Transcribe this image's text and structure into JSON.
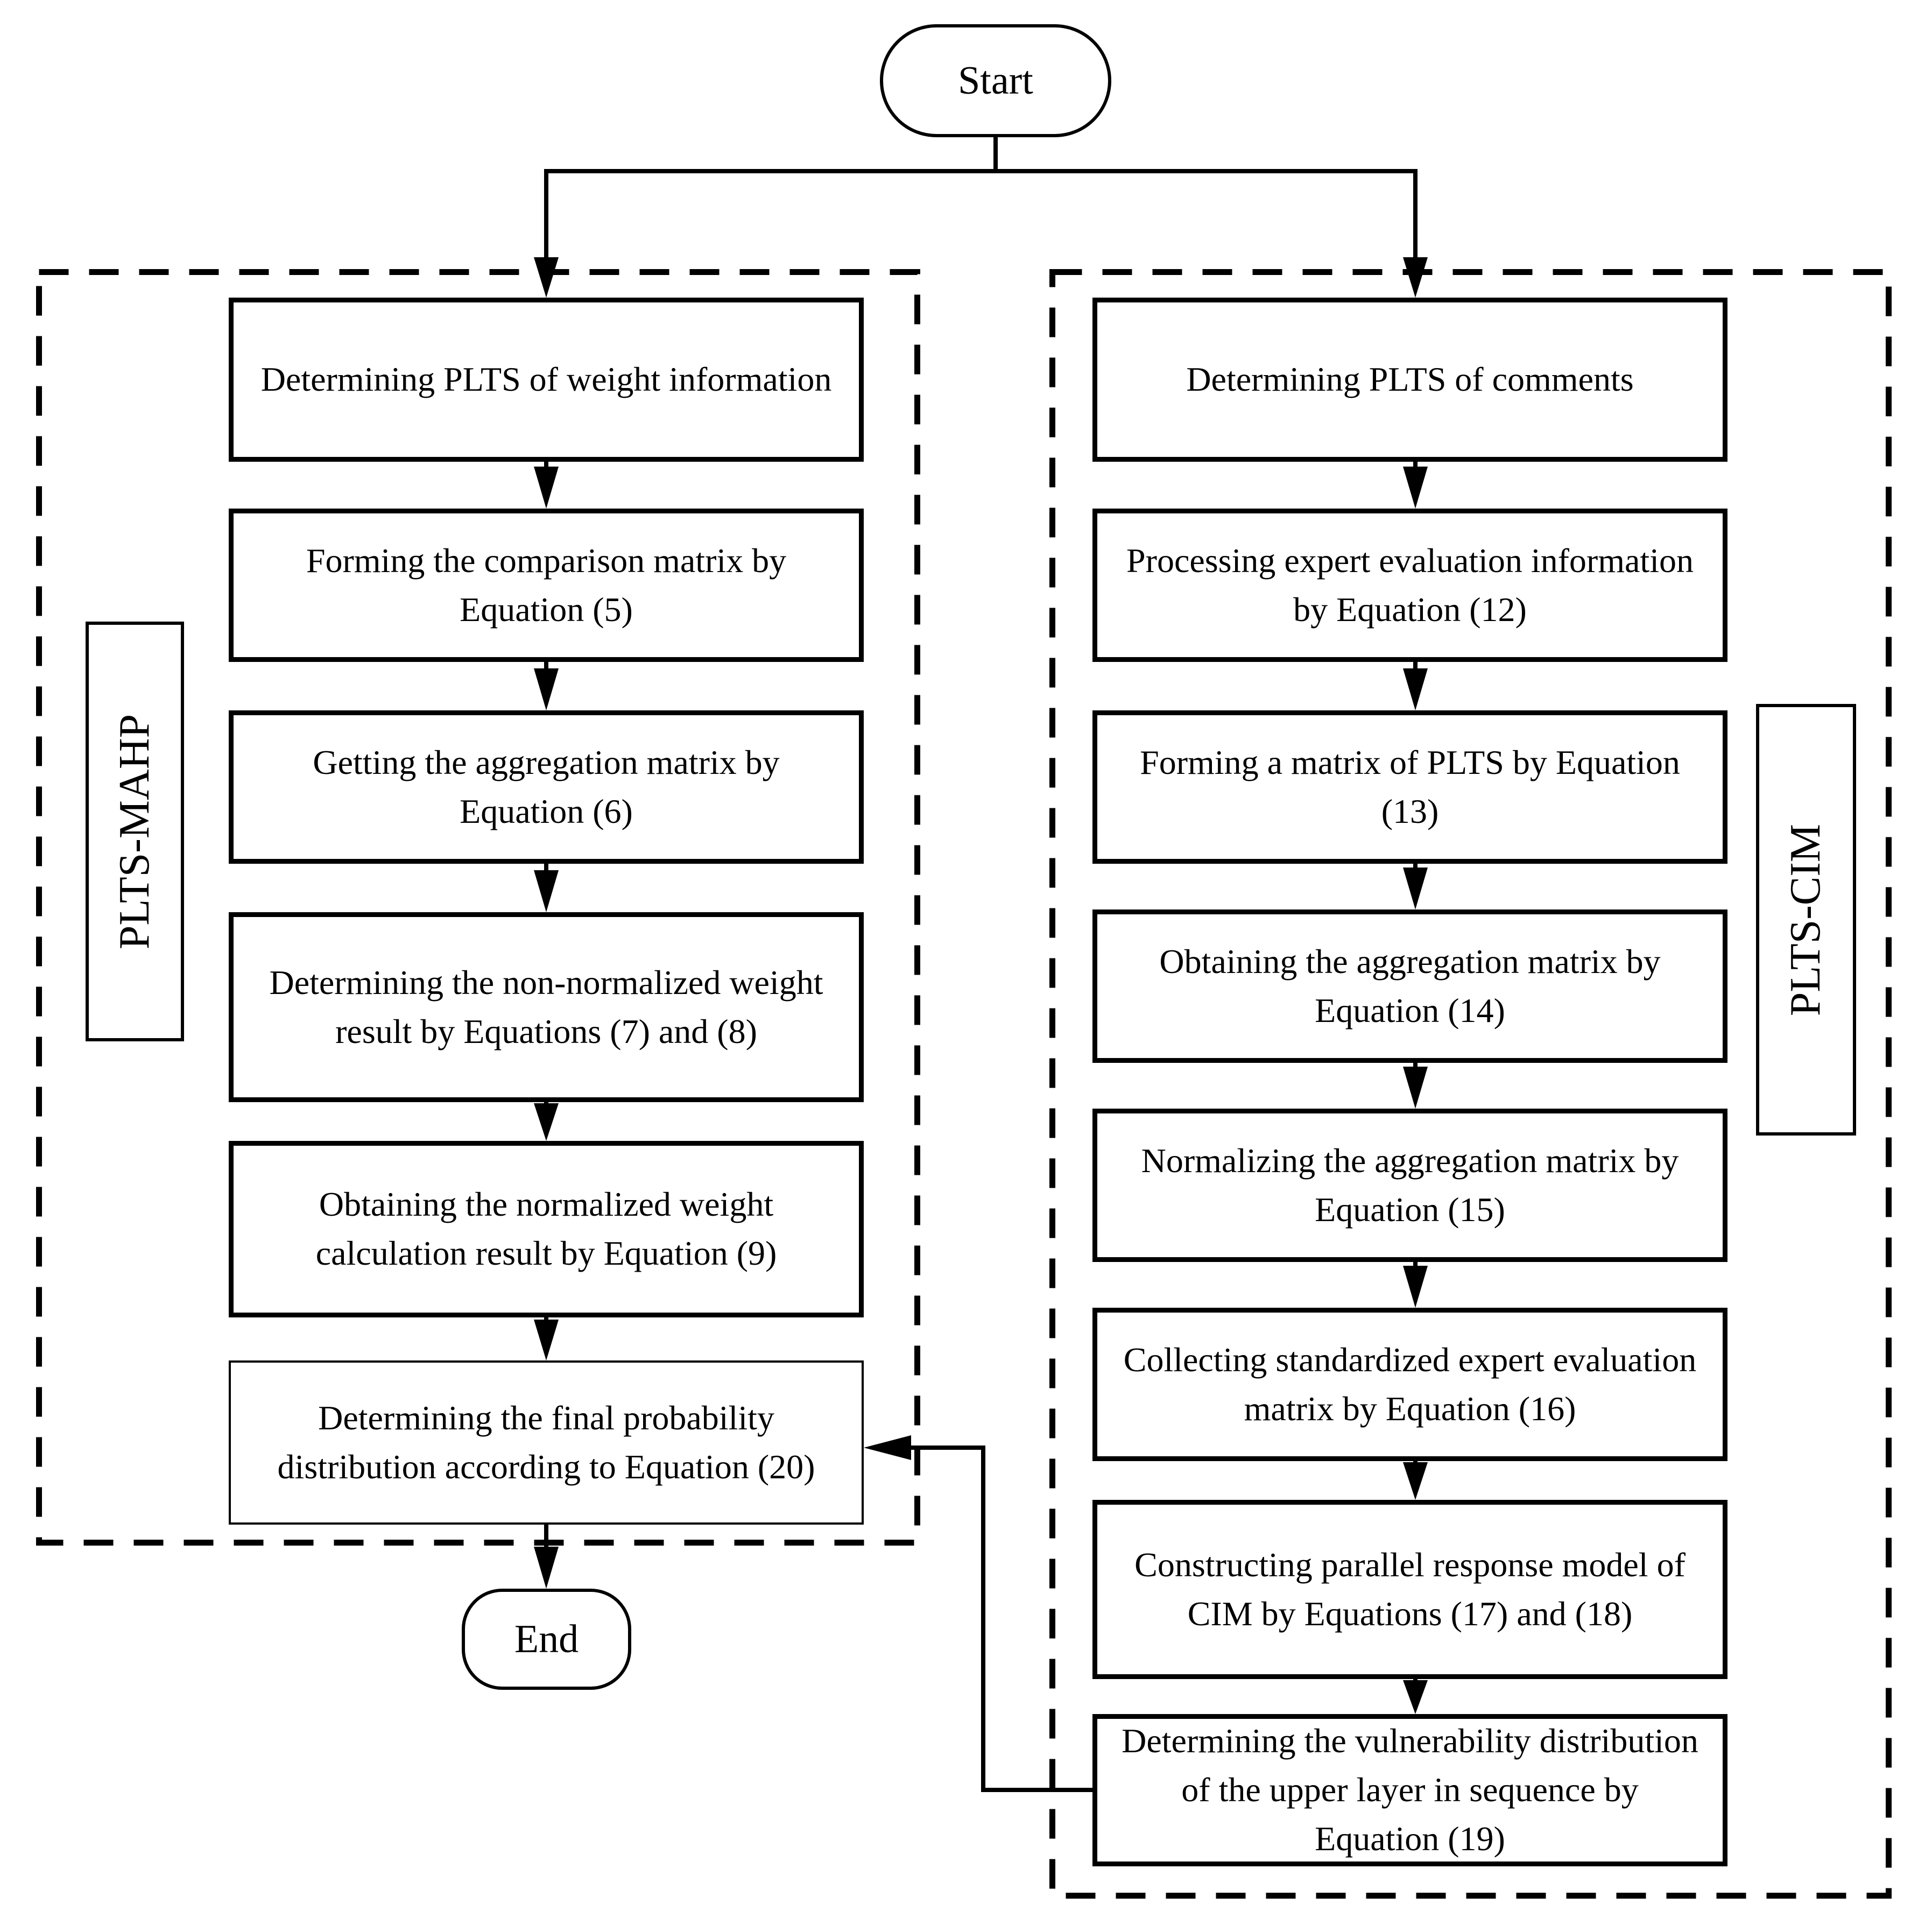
{
  "diagram": {
    "title": "PLTS flowchart",
    "colors": {
      "ink": "#000000",
      "background": "#ffffff"
    },
    "start_label": "Start",
    "end_label": "End",
    "left_group": {
      "label": "PLTS-MAHP",
      "steps": [
        "Determining PLTS of weight information",
        "Forming the comparison matrix by Equation (5)",
        "Getting the aggregation matrix by Equation (6)",
        "Determining the non-normalized weight result by Equations (7) and (8)",
        "Obtaining the normalized weight calculation result by Equation (9)",
        "Determining the final probability distribution according to Equation (20)"
      ]
    },
    "right_group": {
      "label": "PLTS-CIM",
      "steps": [
        "Determining PLTS of comments",
        "Processing expert evaluation information by Equation (12)",
        "Forming a matrix of PLTS by Equation (13)",
        "Obtaining the aggregation matrix by Equation (14)",
        "Normalizing the aggregation matrix by Equation (15)",
        "Collecting standardized expert evaluation matrix by Equation (16)",
        "Constructing parallel response model of CIM by Equations (17) and (18)",
        "Determining the vulnerability distribution of the upper layer in sequence by Equation (19)"
      ]
    }
  }
}
